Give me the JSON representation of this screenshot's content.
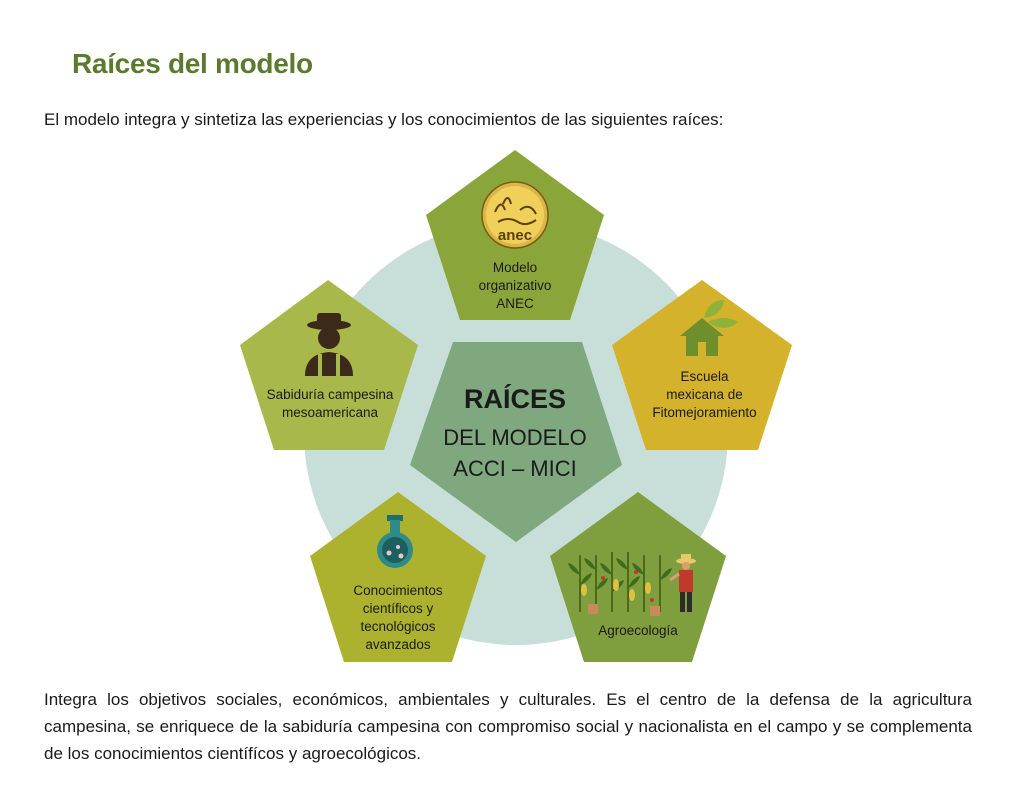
{
  "heading": "Raíces del modelo",
  "intro": "El modelo integra y sintetiza las experiencias y los conocimientos de las siguientes raíces:",
  "center": {
    "title": "RAÍCES",
    "subtitle": "DEL MODELO\nACCI – MICI"
  },
  "roots": [
    {
      "label": "Modelo\norganizativo\nANEC",
      "icon": "anec-logo-icon",
      "color": "#8aa63a",
      "logo_text": "anec"
    },
    {
      "label": "Escuela\nmexicana de\nFitomejoramiento",
      "icon": "house-leaf-icon",
      "color": "#d4b22c"
    },
    {
      "label": "Agroecología",
      "icon": "corn-farmer-icon",
      "color": "#7f9e3d"
    },
    {
      "label": "Conocimientos\ncientíficos y\ntecnológicos\navanzados",
      "icon": "flask-icon",
      "color": "#adb22e"
    },
    {
      "label": "Sabiduría campesina\nmesoamericana",
      "icon": "farmer-icon",
      "color": "#a8b84a"
    }
  ],
  "colors": {
    "circle": "#c8dfd9",
    "center": "#7fa87e",
    "heading": "#5c7a2e"
  },
  "outro": "Integra los objetivos sociales, económicos, ambientales y culturales. Es el centro de la defensa de la agricultura campesina, se enriquece de la sabiduría campesina con compromiso social y nacionalista en el campo y se complementa de los conocimientos científícos y agroecológicos."
}
